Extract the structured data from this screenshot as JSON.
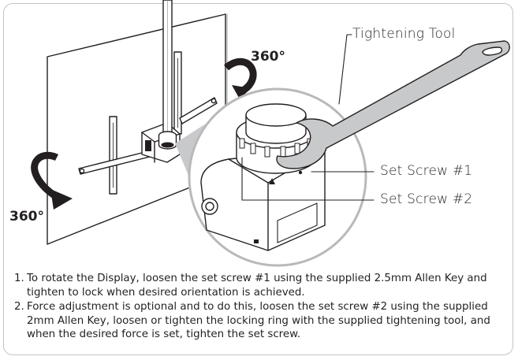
{
  "callouts": {
    "tightening_tool": "Tightening Tool",
    "set_screw_1": "Set Screw #1",
    "set_screw_2": "Set Screw #2"
  },
  "rotation": {
    "top": "360°",
    "bottom": "360°"
  },
  "steps": [
    {
      "number": "1.",
      "text": "To rotate the Display, loosen the set screw #1 using the supplied 2.5mm Allen Key and tighten to lock when desired orientation is achieved."
    },
    {
      "number": "2.",
      "text": "Force adjustment is optional and to do this, loosen the set screw #2 using the supplied 2mm Allen Key, loosen or tighten the locking ring with the supplied tightening tool, and when the desired force is set, tighten the set screw."
    }
  ]
}
